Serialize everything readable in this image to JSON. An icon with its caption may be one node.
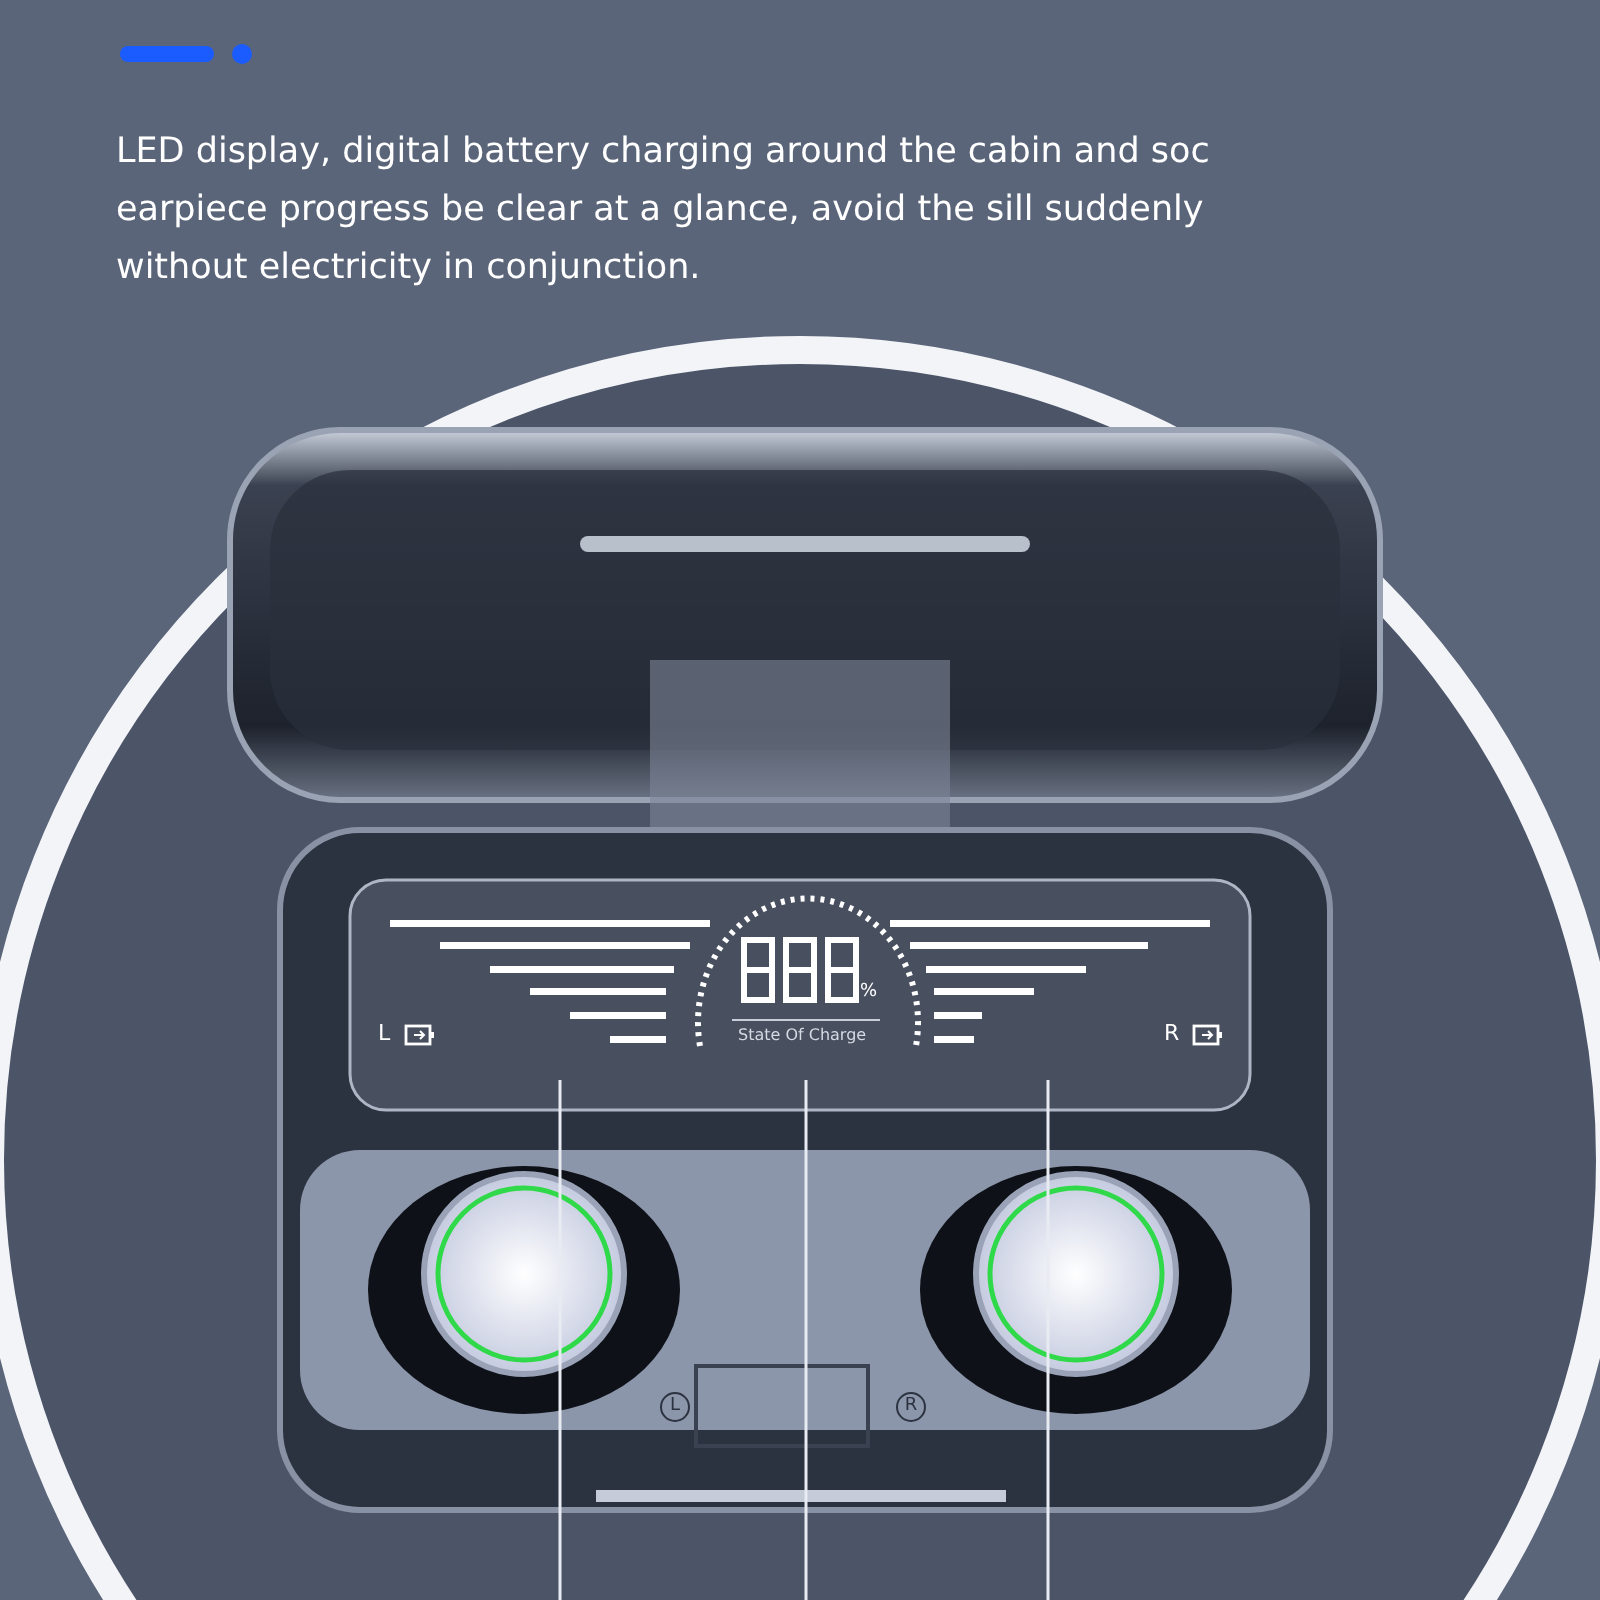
{
  "diagram": {
    "labels": [
      "LED display, digital battery charging around the cabin and soc earpiece progress be clear at a glance, avoid the sill suddenly without electricity in conjunction.",
      "L",
      "%",
      "State Of Charge",
      "R",
      "L",
      "R"
    ]
  }
}
